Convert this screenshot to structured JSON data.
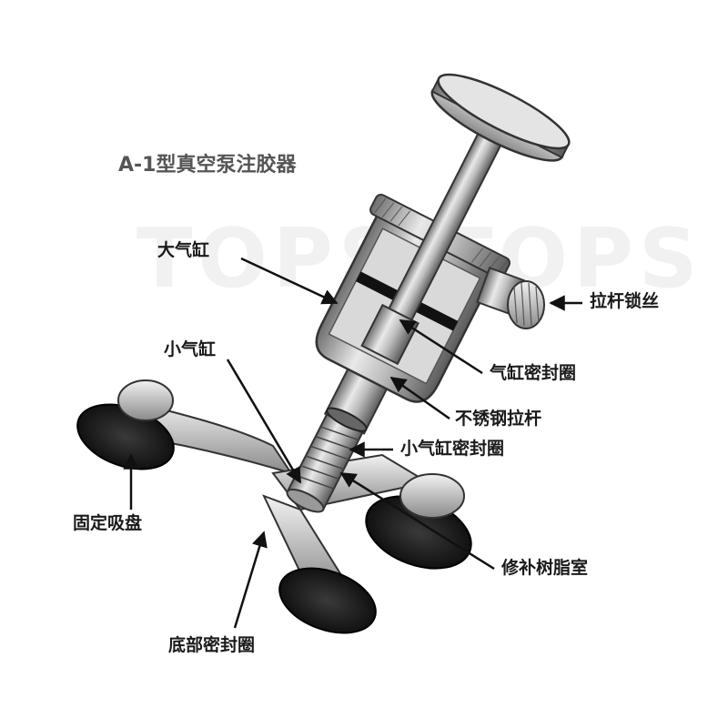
{
  "title": "A-1型真空泵注胶器",
  "labels": {
    "large_cylinder": "大气缸",
    "rod_lock": "拉杆锁丝",
    "small_cylinder": "小气缸",
    "cylinder_seal": "气缸密封圈",
    "stainless_rod": "不锈钢拉杆",
    "small_cylinder_seal": "小气缸密封圈",
    "suction_cup": "固定吸盘",
    "resin_chamber": "修补树脂室",
    "bottom_seal": "底部密封圈"
  },
  "watermark": "TOPS TOPS"
}
